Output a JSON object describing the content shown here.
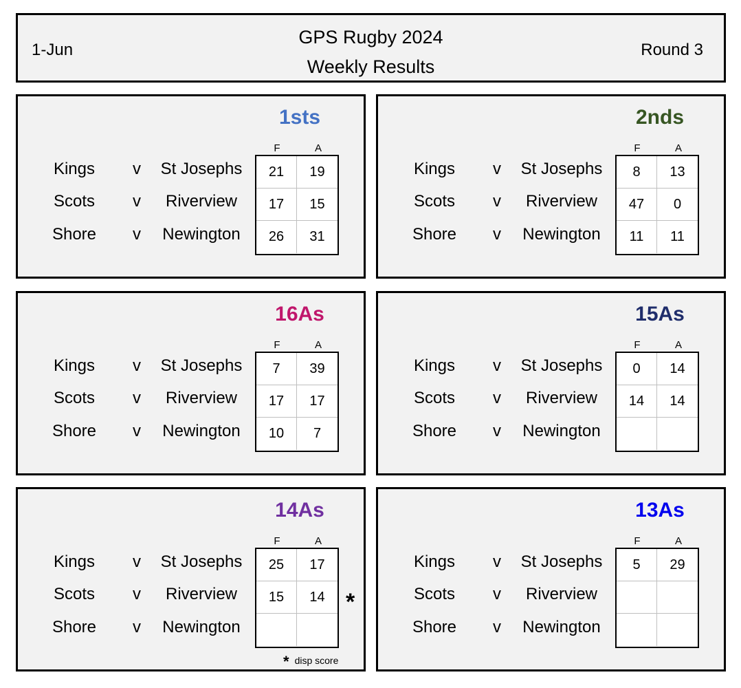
{
  "header": {
    "date": "1-Jun",
    "title": "GPS Rugby 2024",
    "subtitle": "Weekly Results",
    "round": "Round 3"
  },
  "column_headers": {
    "for": "F",
    "against": "A"
  },
  "panels": [
    {
      "title": "1sts",
      "title_color": "#4472c4",
      "matches": [
        {
          "home": "Kings",
          "v": "v",
          "away": "St Josephs",
          "for": "21",
          "against": "19"
        },
        {
          "home": "Scots",
          "v": "v",
          "away": "Riverview",
          "for": "17",
          "against": "15"
        },
        {
          "home": "Shore",
          "v": "v",
          "away": "Newington",
          "for": "26",
          "against": "31"
        }
      ]
    },
    {
      "title": "2nds",
      "title_color": "#375623",
      "matches": [
        {
          "home": "Kings",
          "v": "v",
          "away": "St Josephs",
          "for": "8",
          "against": "13"
        },
        {
          "home": "Scots",
          "v": "v",
          "away": "Riverview",
          "for": "47",
          "against": "0"
        },
        {
          "home": "Shore",
          "v": "v",
          "away": "Newington",
          "for": "11",
          "against": "11"
        }
      ]
    },
    {
      "title": "16As",
      "title_color": "#c0176c",
      "matches": [
        {
          "home": "Kings",
          "v": "v",
          "away": "St Josephs",
          "for": "7",
          "against": "39"
        },
        {
          "home": "Scots",
          "v": "v",
          "away": "Riverview",
          "for": "17",
          "against": "17"
        },
        {
          "home": "Shore",
          "v": "v",
          "away": "Newington",
          "for": "10",
          "against": "7"
        }
      ]
    },
    {
      "title": "15As",
      "title_color": "#1f2d6b",
      "matches": [
        {
          "home": "Kings",
          "v": "v",
          "away": "St Josephs",
          "for": "0",
          "against": "14"
        },
        {
          "home": "Scots",
          "v": "v",
          "away": "Riverview",
          "for": "14",
          "against": "14"
        },
        {
          "home": "Shore",
          "v": "v",
          "away": "Newington",
          "for": "",
          "against": ""
        }
      ]
    },
    {
      "title": "14As",
      "title_color": "#7030a0",
      "matches": [
        {
          "home": "Kings",
          "v": "v",
          "away": "St Josephs",
          "for": "25",
          "against": "17"
        },
        {
          "home": "Scots",
          "v": "v",
          "away": "Riverview",
          "for": "15",
          "against": "14"
        },
        {
          "home": "Shore",
          "v": "v",
          "away": "Newington",
          "for": "",
          "against": ""
        }
      ],
      "marker": "*",
      "note": {
        "symbol": "*",
        "text": "disp score"
      }
    },
    {
      "title": "13As",
      "title_color": "#0000ee",
      "matches": [
        {
          "home": "Kings",
          "v": "v",
          "away": "St Josephs",
          "for": "5",
          "against": "29"
        },
        {
          "home": "Scots",
          "v": "v",
          "away": "Riverview",
          "for": "",
          "against": ""
        },
        {
          "home": "Shore",
          "v": "v",
          "away": "Newington",
          "for": "",
          "against": ""
        }
      ]
    }
  ]
}
